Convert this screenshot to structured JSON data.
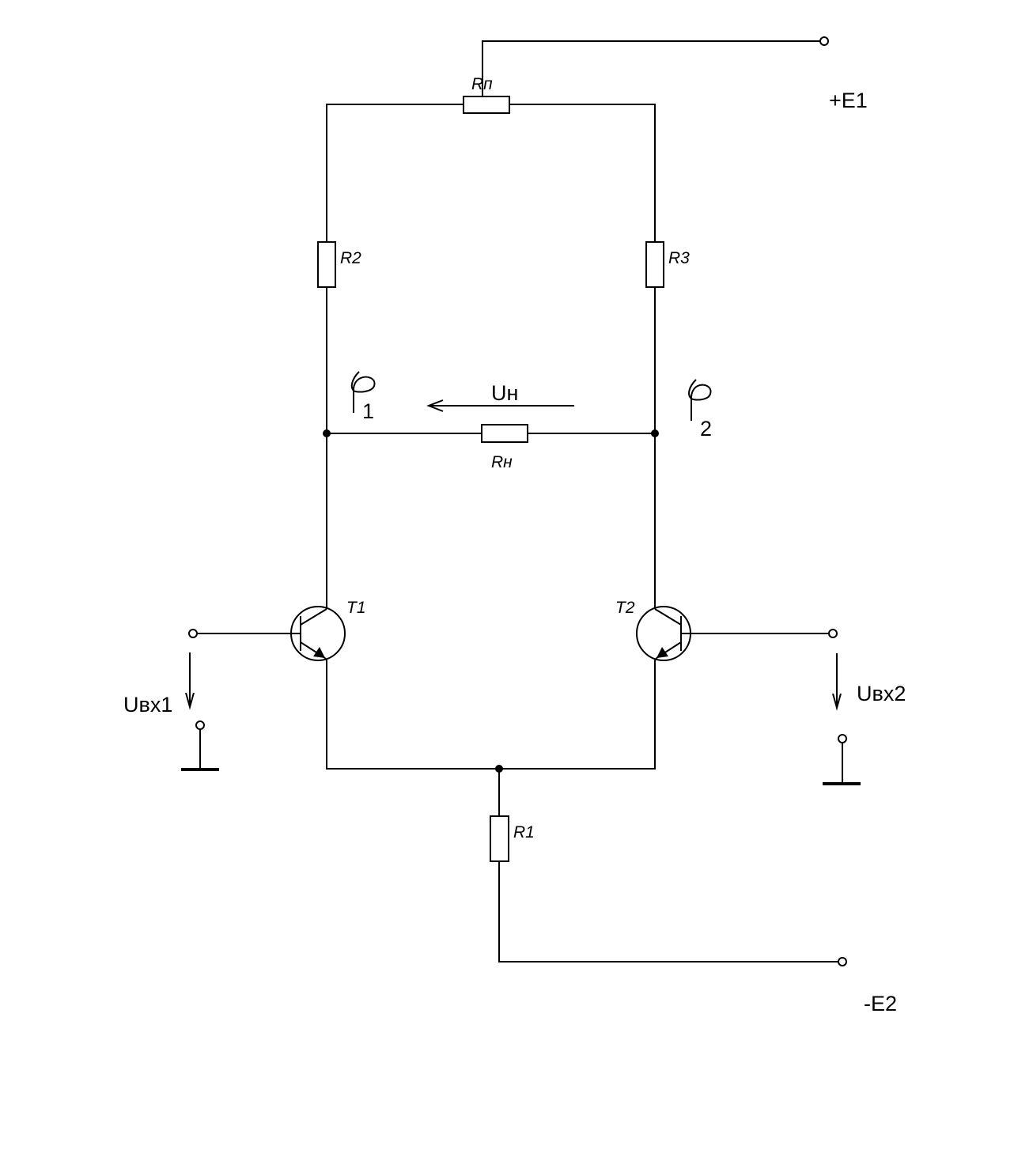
{
  "diagram": {
    "labels": {
      "rp": "Rп",
      "r1": "R1",
      "r2": "R2",
      "r3": "R3",
      "rn": "Rн",
      "t1": "T1",
      "t2": "T2",
      "e1": "+E1",
      "e2": "-E2",
      "un": "Uн",
      "uvx1": "Uвх1",
      "uvx2": "Uвх2",
      "phi1_sub": "1",
      "phi2_sub": "2"
    }
  }
}
